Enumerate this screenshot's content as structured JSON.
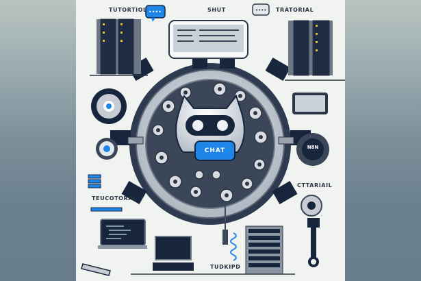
{
  "illustration": {
    "subject": "Chatbot robot head inside a large gear mechanism surrounded by tech icons",
    "labels": {
      "top_left": "TUTORTIOL",
      "top_center": "SHUT",
      "top_right": "TRATORIAL",
      "mid_left": "TEUCOTORAL",
      "mid_right": "CTTARIAIL",
      "bottom_center": "TUDKIPD",
      "center_badge": "CHAT",
      "right_gear_badge": "N8N"
    },
    "icons": [
      "server-rack-icon",
      "chat-bubble-icon",
      "gear-icon",
      "robot-head-icon",
      "laptop-code-icon",
      "wrench-icon",
      "monitor-icon",
      "keyboard-icon",
      "database-stack-icon",
      "spring-icon",
      "plug-icon"
    ],
    "colors": {
      "background_frame_top": "#b9c4bf",
      "background_frame_bottom": "#687e8c",
      "canvas": "#f1f3f1",
      "navy": "#17263d",
      "accent_blue": "#1e86e8",
      "steel": "#c7ccd3",
      "mid_grey": "#8c96a3"
    }
  }
}
